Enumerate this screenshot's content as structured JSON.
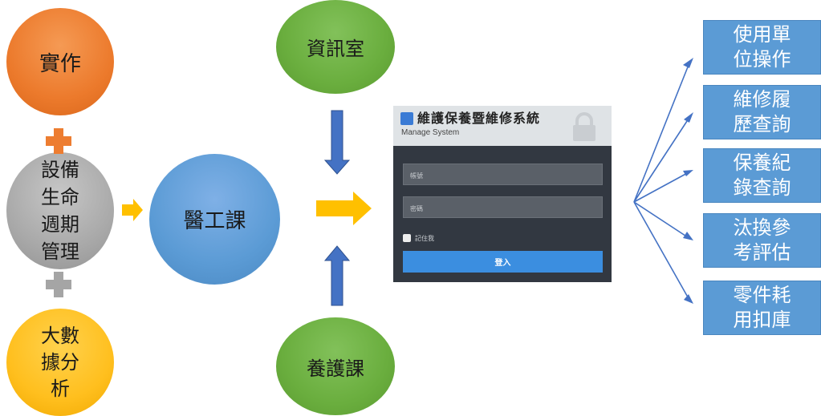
{
  "left_column": {
    "practice": "實作",
    "lifecycle": [
      "設備",
      "生命",
      "週期",
      "管理"
    ],
    "bigdata": [
      "大數",
      "據分",
      "析"
    ]
  },
  "center": {
    "yigong": "醫工課",
    "info_office": "資訊室",
    "yanghu": "養護課"
  },
  "login": {
    "title": "維護保養暨維修系統",
    "subtitle": "Manage System",
    "username_placeholder": "帳號",
    "password_placeholder": "密碼",
    "remember_label": "記住我",
    "submit_label": "登入"
  },
  "functions": [
    [
      "使用單",
      "位操作"
    ],
    [
      "維修履",
      "歷查詢"
    ],
    [
      "保養紀",
      "錄查詢"
    ],
    [
      "汰換參",
      "考評估"
    ],
    [
      "零件耗",
      "用扣庫"
    ]
  ],
  "colors": {
    "orange": "#ed7d31",
    "gray": "#a5a5a5",
    "gold": "#ffc000",
    "blue": "#5b9bd5",
    "green": "#70ad47",
    "arrow_blue": "#4472c4",
    "login_button": "#3b8ee0"
  }
}
